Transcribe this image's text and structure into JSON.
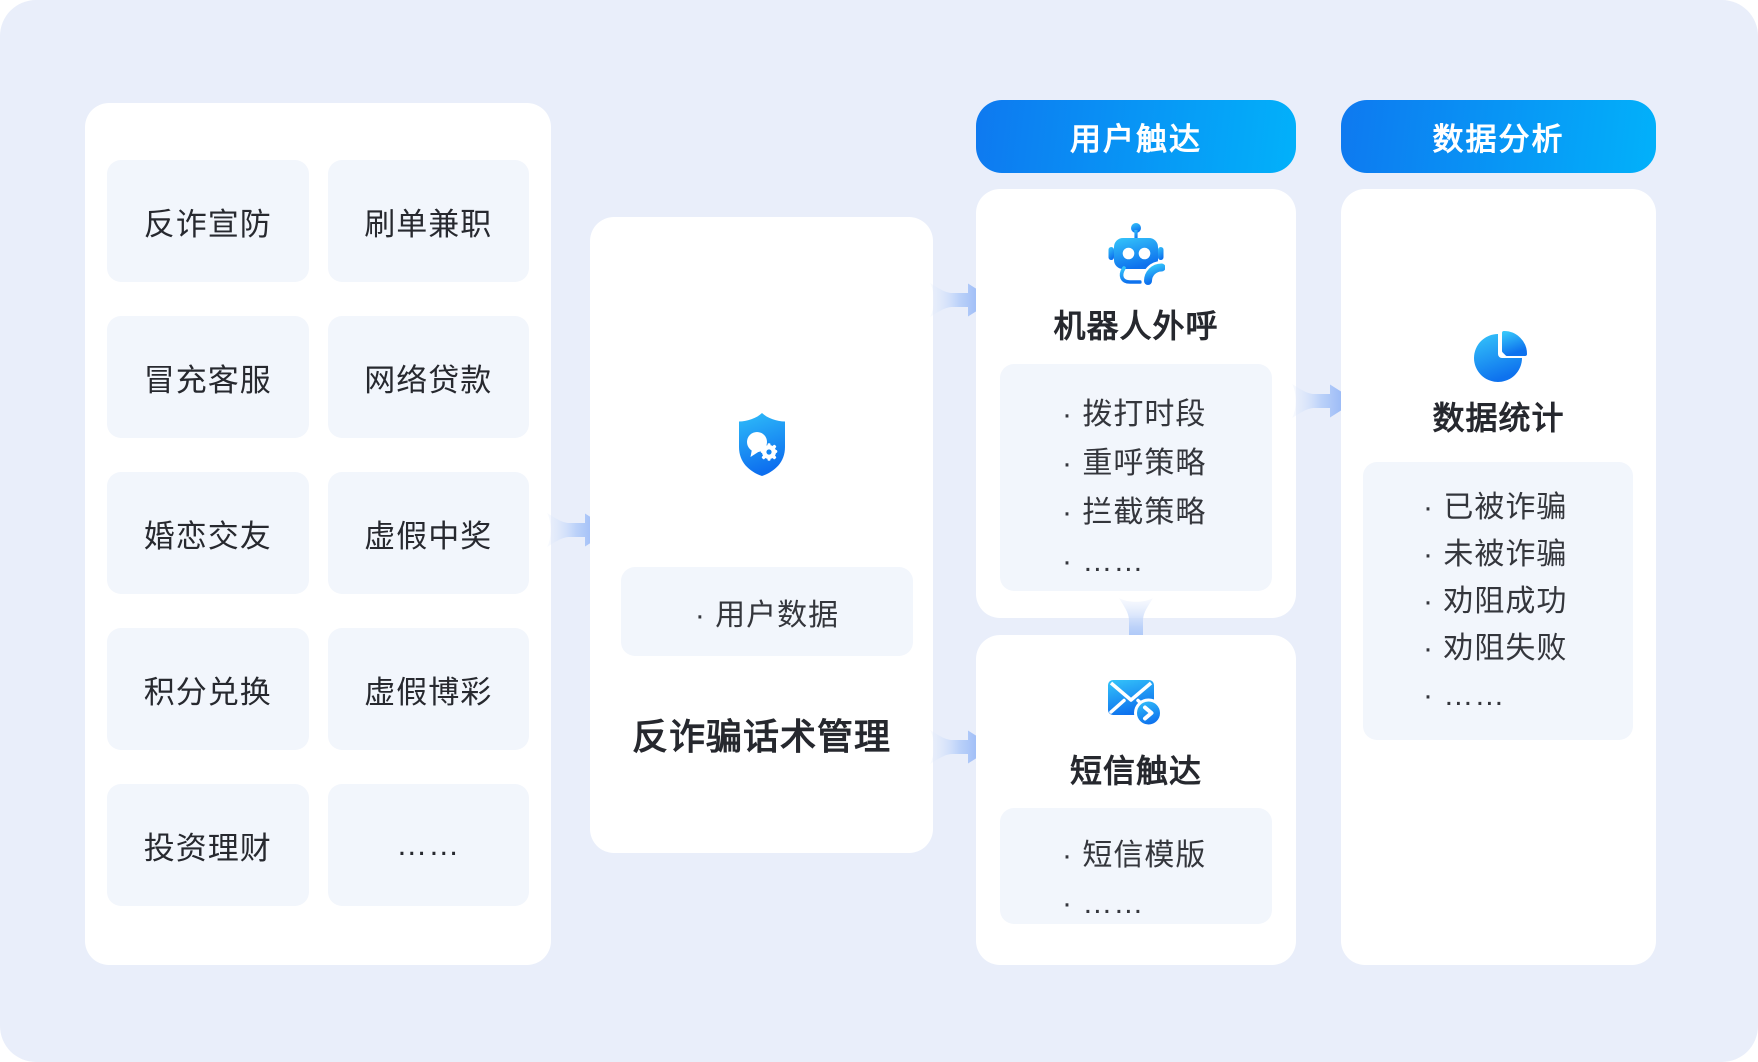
{
  "colors": {
    "canvas_bg": "#E9EEFA",
    "card_bg": "#FFFFFF",
    "tile_bg": "#F2F6FC",
    "pill_gradient_start": "#0E79F0",
    "pill_gradient_end": "#02B1FA",
    "icon_gradient_start": "#2FBDF9",
    "icon_gradient_end": "#0D6FEF",
    "arrow_light": "#E2EBFC",
    "arrow_dark": "#87ACF5",
    "title_text": "#26282E",
    "item_text": "#34363C",
    "pill_text": "#FFFFFF"
  },
  "fraud_types_panel": {
    "tiles": [
      "反诈宣防",
      "刷单兼职",
      "冒充客服",
      "网络贷款",
      "婚恋交友",
      "虚假中奖",
      "积分兑换",
      "虚假博彩",
      "投资理财",
      "……"
    ]
  },
  "management_card": {
    "icon": "shield-chat-gear-icon",
    "title": "反诈骗话术管理",
    "items": [
      "· 用户数据"
    ]
  },
  "user_reach_section": {
    "header": "用户触达",
    "robot_card": {
      "icon": "robot-call-icon",
      "title": "机器人外呼",
      "items": [
        "· 拨打时段",
        "· 重呼策略",
        "· 拦截策略",
        "· ……"
      ]
    },
    "sms_card": {
      "icon": "sms-send-icon",
      "title": "短信触达",
      "items": [
        "· 短信模版",
        "· ……"
      ]
    }
  },
  "analytics_section": {
    "header": "数据分析",
    "stats_card": {
      "icon": "pie-chart-icon",
      "title": "数据统计",
      "items": [
        "· 已被诈骗",
        "· 未被诈骗",
        "· 劝阻成功",
        "· 劝阻失败",
        "· ……"
      ]
    }
  }
}
